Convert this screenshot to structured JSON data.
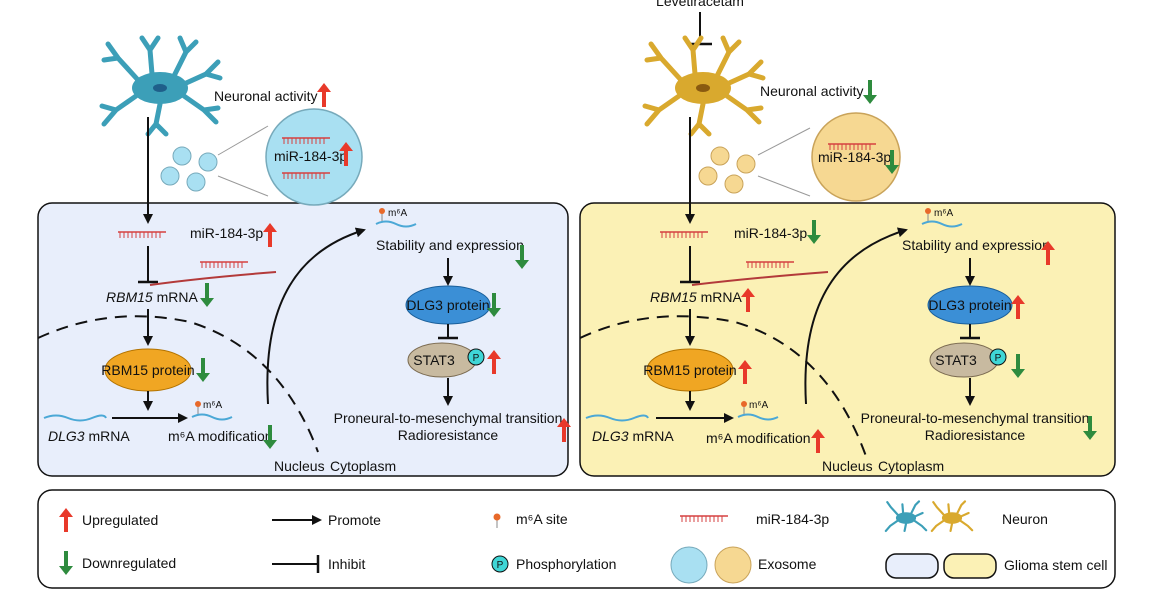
{
  "colors": {
    "up_arrow": "#e8392a",
    "down_arrow": "#2e8b3e",
    "panel_blue": "#e8eefb",
    "panel_yellow": "#fbf1b5",
    "neuron_blue": "#3c9fb8",
    "neuron_gold": "#d9a92e",
    "exosome_blue": "#a9e0f2",
    "exosome_gold": "#f6d892",
    "rbm15_protein": "#f0a623",
    "dlg3_protein": "#3b8fd6",
    "stat3": "#c8baa0",
    "mirna": "#d54040",
    "mrna": "#b33a3a",
    "dlg3_mrna": "#4ba8d6"
  },
  "top_drug_label": "Levetiracetam",
  "left": {
    "neuronal_activity": "Neuronal activity",
    "exosome_label": "miR-184-3p",
    "mir_label": "miR-184-3p",
    "rbm15_mrna_gene": "RBM15",
    "rbm15_mrna_suffix": " mRNA",
    "rbm15_protein": "RBM15 protein",
    "dlg3_mrna_gene": "DLG3",
    "dlg3_mrna_suffix": " mRNA",
    "m6a_modification": "m⁶A modification",
    "m6a_tag": "m⁶A",
    "nucleus": "Nucleus",
    "cytoplasm": "Cytoplasm",
    "stability": "Stability and expression",
    "dlg3_protein": "DLG3 protein",
    "stat3": "STAT3",
    "transition": "Proneural-to-mesenchymal transition",
    "radioresistance": "Radioresistance"
  },
  "right": {
    "neuronal_activity": "Neuronal activity",
    "exosome_label": "miR-184-3p",
    "mir_label": "miR-184-3p",
    "rbm15_mrna_gene": "RBM15",
    "rbm15_mrna_suffix": " mRNA",
    "rbm15_protein": "RBM15 protein",
    "dlg3_mrna_gene": "DLG3",
    "dlg3_mrna_suffix": " mRNA",
    "m6a_modification": "m⁶A modification",
    "m6a_tag": "m⁶A",
    "nucleus": "Nucleus",
    "cytoplasm": "Cytoplasm",
    "stability": "Stability and expression",
    "dlg3_protein": "DLG3 protein",
    "stat3": "STAT3",
    "transition": "Proneural-to-mesenchymal transition",
    "radioresistance": "Radioresistance"
  },
  "phospho_symbol": "P",
  "legend": {
    "upregulated": "Upregulated",
    "downregulated": "Downregulated",
    "promote": "Promote",
    "inhibit": "Inhibit",
    "m6a_site": "m⁶A site",
    "phosphorylation": "Phosphorylation",
    "mir": "miR-184-3p",
    "exosome": "Exosome",
    "neuron": "Neuron",
    "glioma": "Glioma stem cell"
  }
}
